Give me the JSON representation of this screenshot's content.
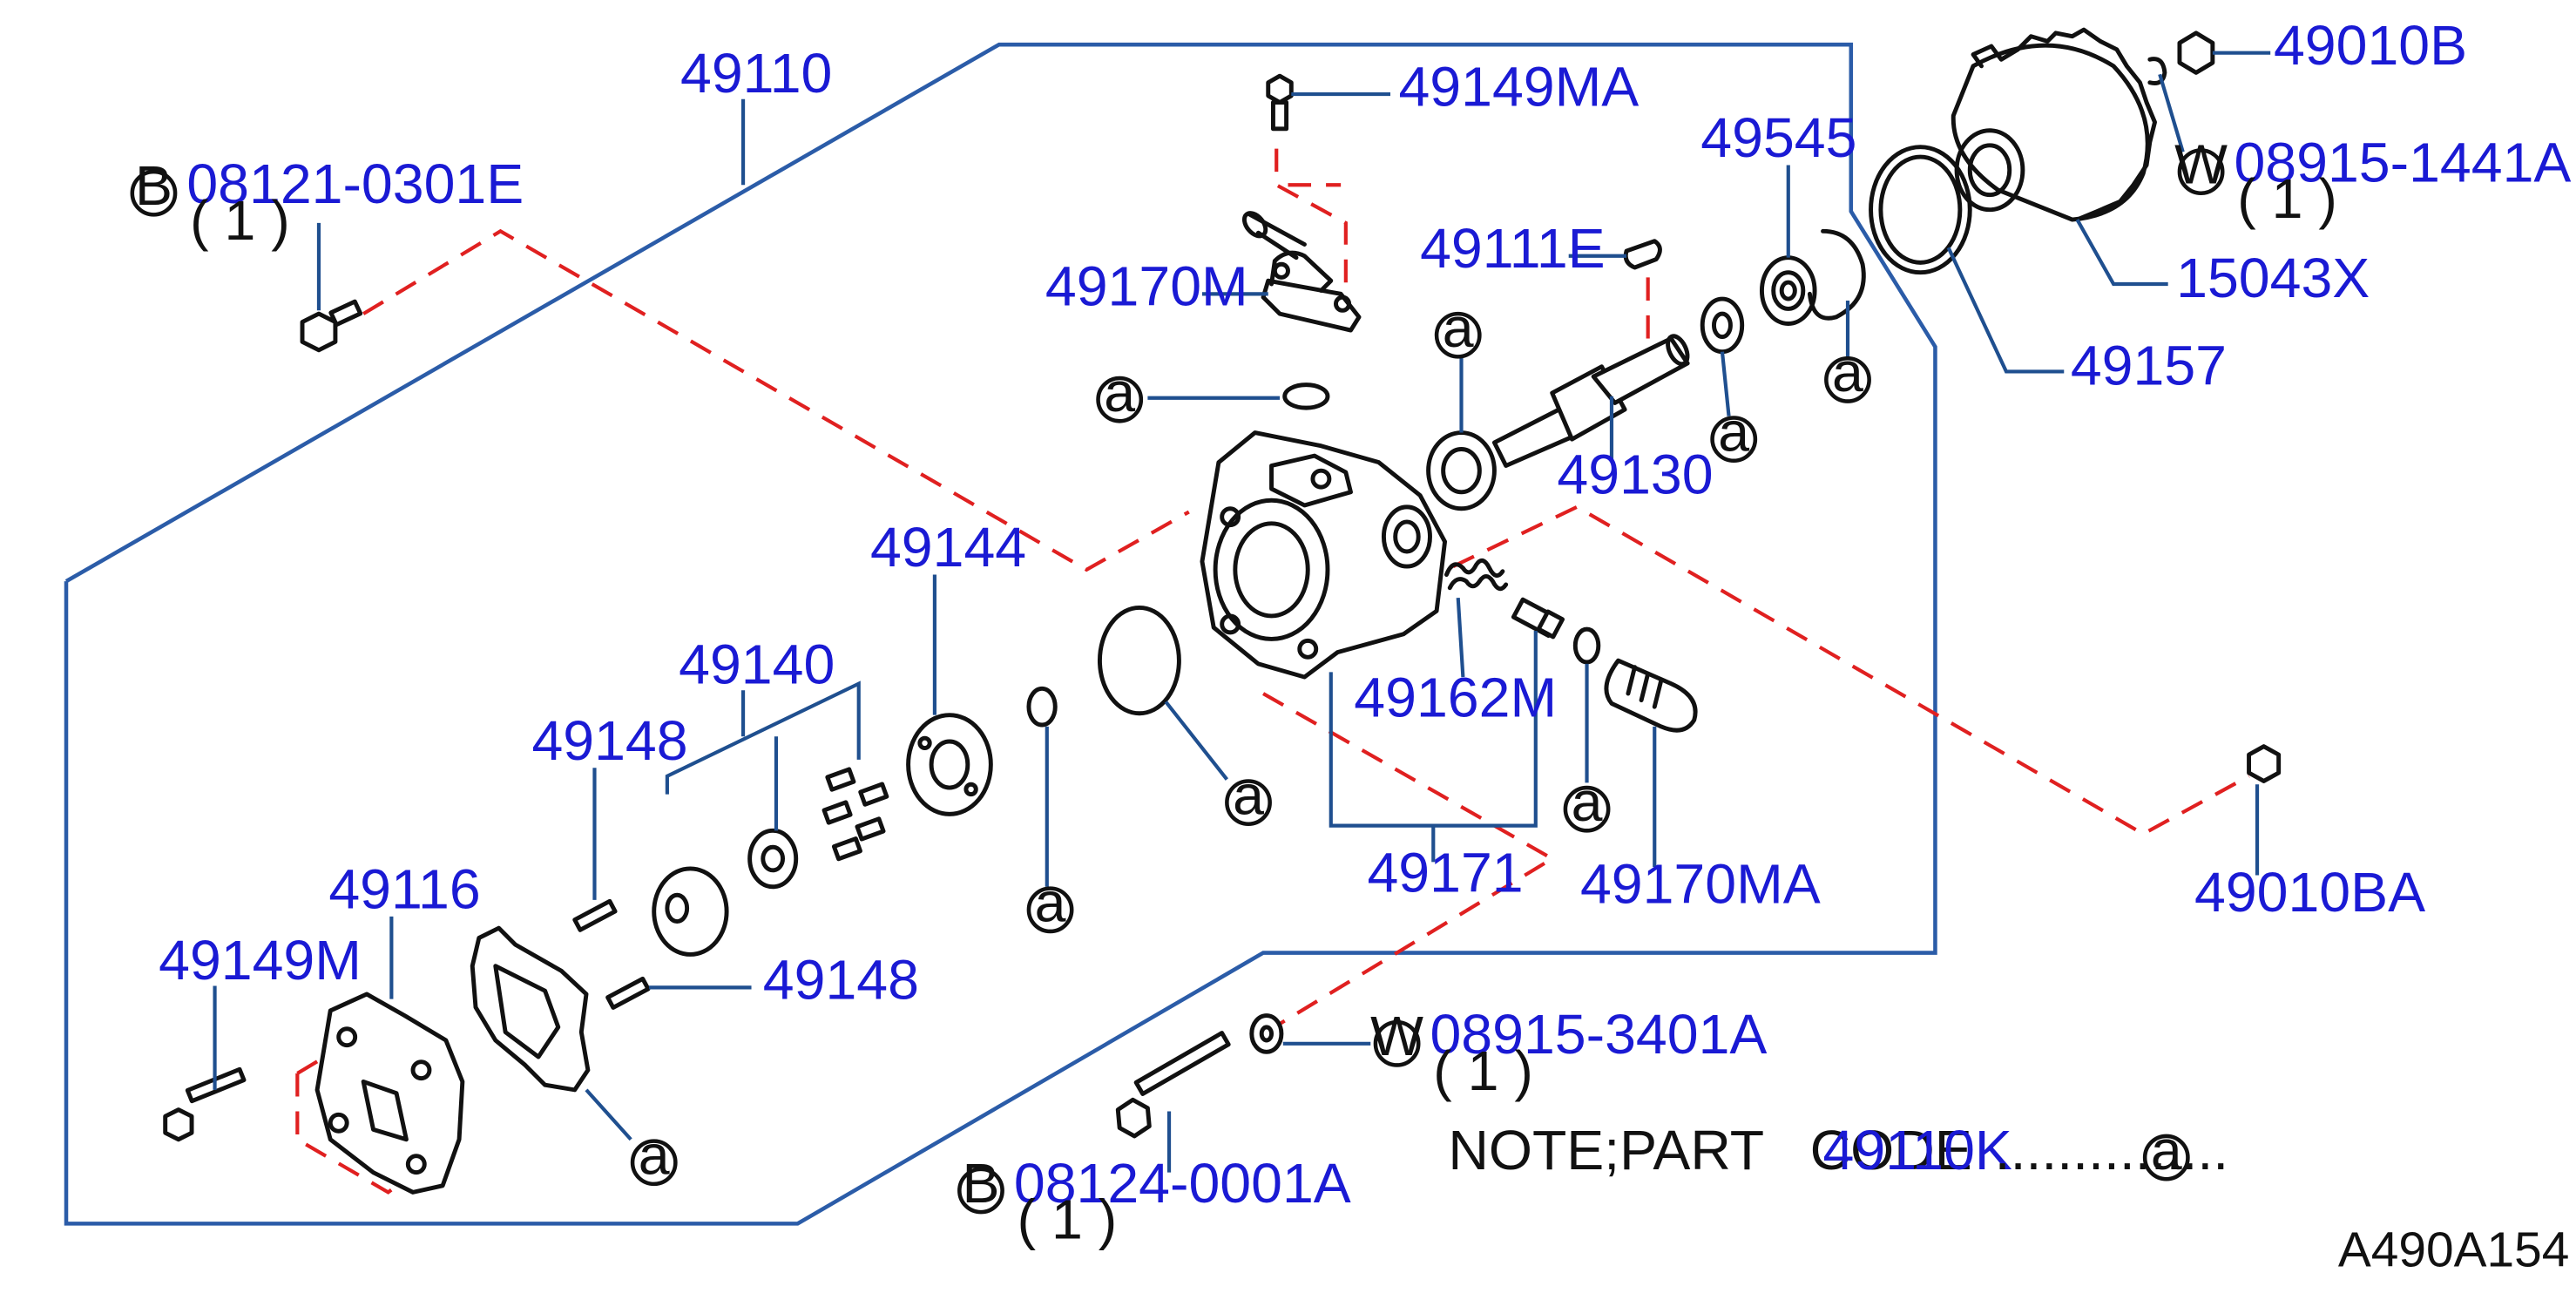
{
  "diagram": {
    "part_labels": {
      "p49110": "49110",
      "p08121_0301E": "08121-0301E",
      "p08121_qty": "( 1 )",
      "p49149MA": "49149MA",
      "p49170M": "49170M",
      "p49111E": "49111E",
      "p49545": "49545",
      "p49010B": "49010B",
      "p08915_1441A": "08915-1441A",
      "p08915_1441A_qty": "( 1 )",
      "p15043X": "15043X",
      "p49157": "49157",
      "p49130": "49130",
      "p49144": "49144",
      "p49140": "49140",
      "p49148_a": "49148",
      "p49148_b": "49148",
      "p49162M": "49162M",
      "p49171": "49171",
      "p49170MA": "49170MA",
      "p49010BA": "49010BA",
      "p49116": "49116",
      "p49149M": "49149M",
      "p08915_3401A": "08915-3401A",
      "p08915_3401A_qty": "( 1 )",
      "p08124_0001A": "08124-0001A",
      "p08124_qty": "( 1 )"
    },
    "symbols": {
      "bolt_prefix": "B",
      "washer_prefix": "W",
      "kit_marker": "a"
    },
    "note": {
      "text": "NOTE;PART   CODE",
      "code": "49110K",
      "dots": "...............",
      "marker": "a"
    },
    "figure_ref": "A490A154"
  },
  "colors": {
    "part_number": "#1a1ad4",
    "group_outline": "#2b5ca8",
    "leader": "#1f4f8f",
    "assembly_dash": "#e02020",
    "linework": "#111111"
  }
}
